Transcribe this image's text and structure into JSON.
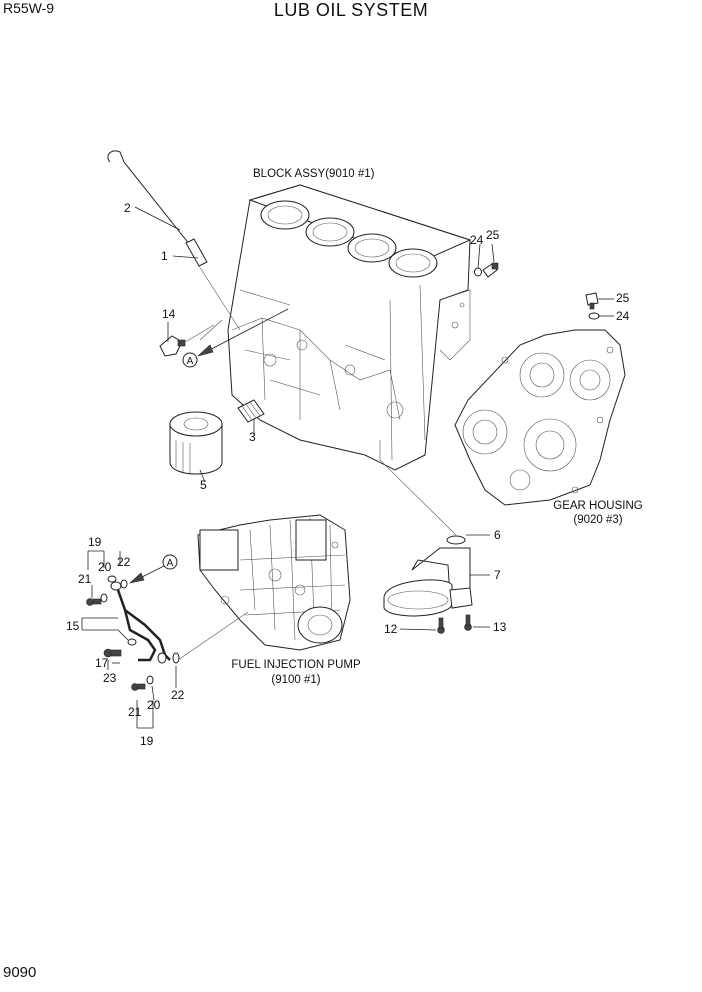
{
  "header": {
    "model": "R55W-9",
    "title": "LUB OIL SYSTEM"
  },
  "footer": {
    "page_number": "9090"
  },
  "captions": {
    "block": "BLOCK ASSY(9010 #1)",
    "gear_1": "GEAR HOUSING",
    "gear_2": "(9020 #3)",
    "pump_1": "FUEL INJECTION PUMP",
    "pump_2": "(9100 #1)"
  },
  "callouts": {
    "p1": "1",
    "p2": "2",
    "p3": "3",
    "p5": "5",
    "p6": "6",
    "p7": "7",
    "p12": "12",
    "p13": "13",
    "p14": "14",
    "p15": "15",
    "p17": "17",
    "p19a": "19",
    "p19b": "19",
    "p20a": "20",
    "p20b": "20",
    "p21a": "21",
    "p21b": "21",
    "p22a": "22",
    "p22b": "22",
    "p23": "23",
    "p24a": "24",
    "p24b": "24",
    "p25a": "25",
    "p25b": "25",
    "refA1": "A",
    "refA2": "A"
  }
}
